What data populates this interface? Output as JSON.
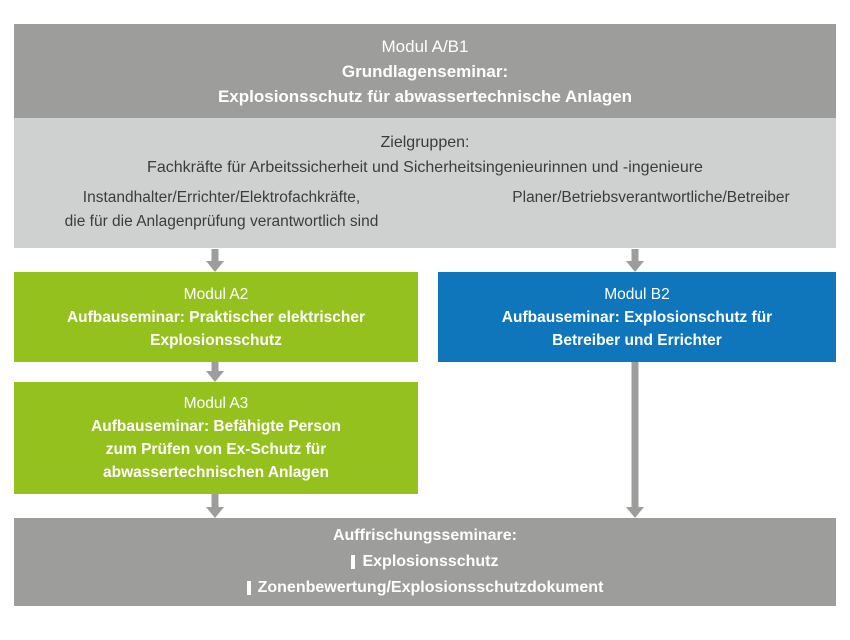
{
  "header": {
    "line1": "Modul A/B1",
    "line2": "Grundlagenseminar:",
    "line3": "Explosionsschutz für abwassertechnische Anlagen"
  },
  "target_groups": {
    "heading": "Zielgruppen:",
    "subheading": "Fachkräfte für Arbeitssicherheit und Sicherheitsingenieurinnen und -ingenieure",
    "left": {
      "line1": "Instandhalter/Errichter/Elektrofachkräfte,",
      "line2": "die für die Anlagenprüfung verantwortlich sind"
    },
    "right": {
      "line1": "Planer/Betriebsverantwortliche/Betreiber"
    }
  },
  "modules": {
    "a2": {
      "line1": "Modul A2",
      "line2": "Aufbauseminar: Praktischer elektrischer",
      "line3": "Explosionsschutz"
    },
    "b2": {
      "line1": "Modul B2",
      "line2": "Aufbauseminar: Explosionschutz für",
      "line3": "Betreiber und Errichter"
    },
    "a3": {
      "line1": "Modul A3",
      "line2": "Aufbauseminar: Befähigte Person",
      "line3": "zum Prüfen von Ex-Schutz für",
      "line4": "abwassertechnischen Anlagen"
    }
  },
  "footer": {
    "heading": "Auffrischungsseminare:",
    "item1": "Explosionsschutz",
    "item2": "Zonenbewertung/Explosionsschutzdokument"
  },
  "colors": {
    "gray_dark": "#9D9D9C",
    "gray_light": "#CFD1D0",
    "green": "#95C11F",
    "blue": "#0F76BC",
    "arrow": "#9D9D9C",
    "text_dark": "#3C3C3B",
    "text_light": "#FFFFFF"
  }
}
